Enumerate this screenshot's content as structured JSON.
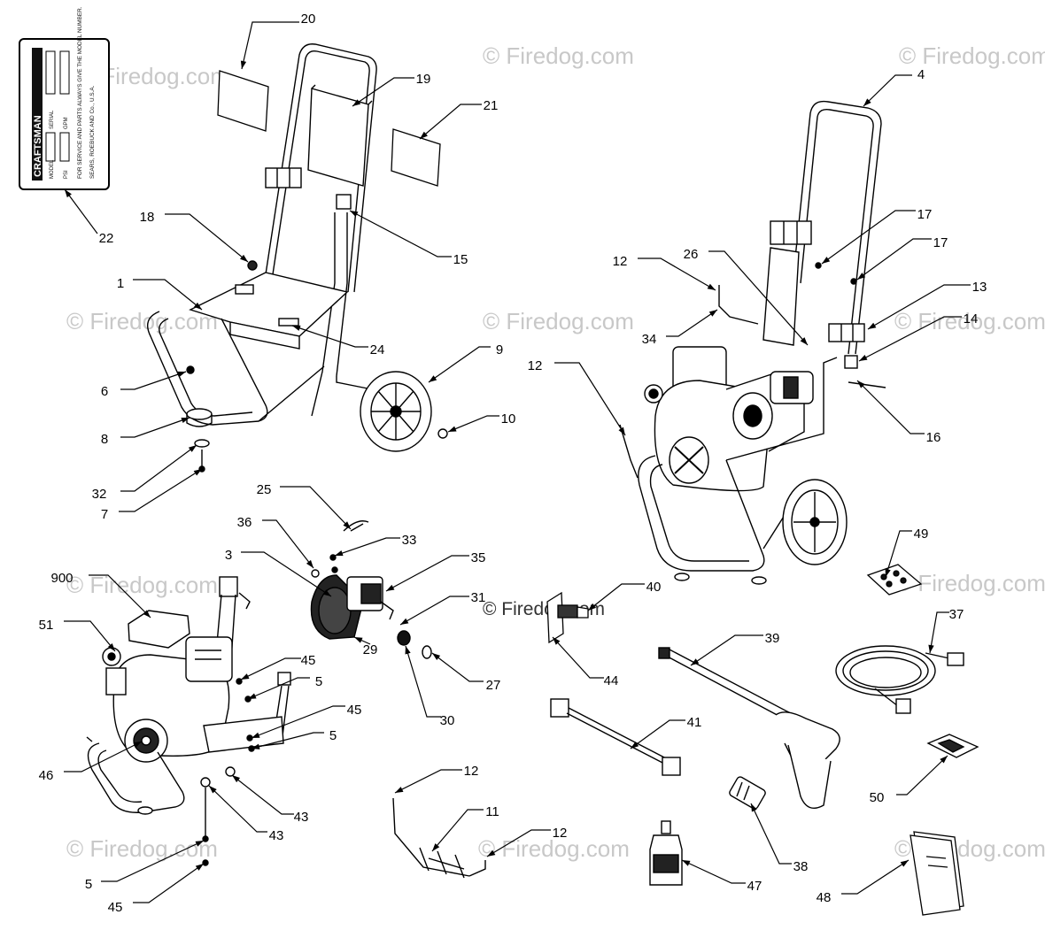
{
  "label_plate": {
    "brand": "CRAFTSMAN",
    "fields": [
      "MODEL",
      "SERIAL",
      "PSI",
      "GPM"
    ],
    "service_text": "FOR SERVICE AND PARTS ALWAYS GIVE THE MODEL NUMBER.",
    "maker_text": "SEARS, ROEBUCK AND Co., U.S.A."
  },
  "watermark": "© Firedog.com",
  "callouts": [
    {
      "id": "c20",
      "text": "20"
    },
    {
      "id": "c19",
      "text": "19"
    },
    {
      "id": "c21",
      "text": "21"
    },
    {
      "id": "c22",
      "text": "22"
    },
    {
      "id": "c18",
      "text": "18"
    },
    {
      "id": "c15",
      "text": "15"
    },
    {
      "id": "c1",
      "text": "1"
    },
    {
      "id": "c24",
      "text": "24"
    },
    {
      "id": "c9",
      "text": "9"
    },
    {
      "id": "c6",
      "text": "6"
    },
    {
      "id": "c10",
      "text": "10"
    },
    {
      "id": "c8",
      "text": "8"
    },
    {
      "id": "c32",
      "text": "32"
    },
    {
      "id": "c7",
      "text": "7"
    },
    {
      "id": "c4",
      "text": "4"
    },
    {
      "id": "c17a",
      "text": "17"
    },
    {
      "id": "c17b",
      "text": "17"
    },
    {
      "id": "c12a",
      "text": "12"
    },
    {
      "id": "c26",
      "text": "26"
    },
    {
      "id": "c13",
      "text": "13"
    },
    {
      "id": "c34",
      "text": "34"
    },
    {
      "id": "c14",
      "text": "14"
    },
    {
      "id": "c12b",
      "text": "12"
    },
    {
      "id": "c16",
      "text": "16"
    },
    {
      "id": "c25",
      "text": "25"
    },
    {
      "id": "c36",
      "text": "36"
    },
    {
      "id": "c33",
      "text": "33"
    },
    {
      "id": "c3",
      "text": "3"
    },
    {
      "id": "c35",
      "text": "35"
    },
    {
      "id": "c900",
      "text": "900"
    },
    {
      "id": "c31",
      "text": "31"
    },
    {
      "id": "c40",
      "text": "40"
    },
    {
      "id": "c49",
      "text": "49"
    },
    {
      "id": "c51",
      "text": "51"
    },
    {
      "id": "c29",
      "text": "29"
    },
    {
      "id": "c45a",
      "text": "45"
    },
    {
      "id": "c27",
      "text": "27"
    },
    {
      "id": "c37",
      "text": "37"
    },
    {
      "id": "c39",
      "text": "39"
    },
    {
      "id": "c44",
      "text": "44"
    },
    {
      "id": "c5a",
      "text": "5"
    },
    {
      "id": "c30",
      "text": "30"
    },
    {
      "id": "c45b",
      "text": "45"
    },
    {
      "id": "c5b",
      "text": "5"
    },
    {
      "id": "c41",
      "text": "41"
    },
    {
      "id": "c46",
      "text": "46"
    },
    {
      "id": "c50",
      "text": "50"
    },
    {
      "id": "c43a",
      "text": "43"
    },
    {
      "id": "c12c",
      "text": "12"
    },
    {
      "id": "c43b",
      "text": "43"
    },
    {
      "id": "c11",
      "text": "11"
    },
    {
      "id": "c12d",
      "text": "12"
    },
    {
      "id": "c38",
      "text": "38"
    },
    {
      "id": "c5c",
      "text": "5"
    },
    {
      "id": "c47",
      "text": "47"
    },
    {
      "id": "c48",
      "text": "48"
    },
    {
      "id": "c45c",
      "text": "45"
    }
  ]
}
